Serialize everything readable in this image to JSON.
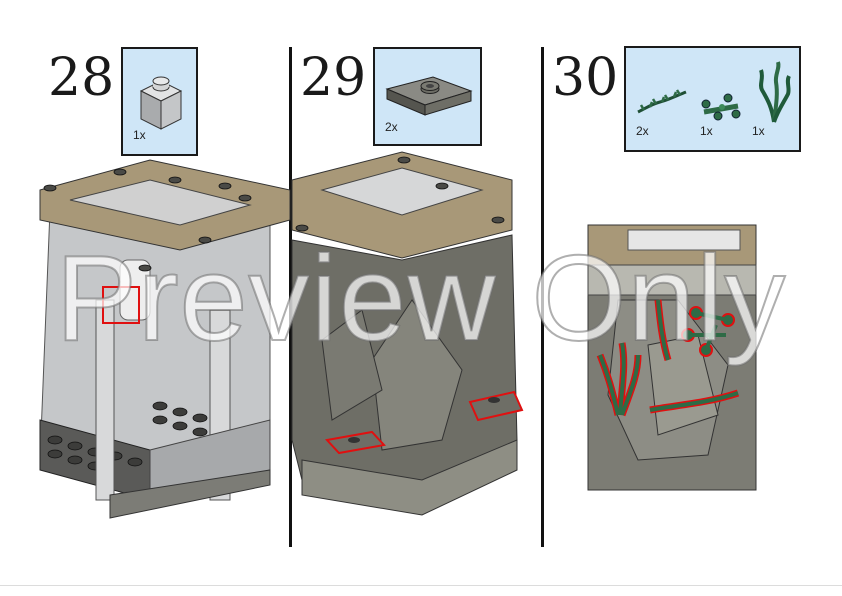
{
  "steps": [
    {
      "number": "28",
      "parts": [
        {
          "qty": "1x",
          "icon": "light-gray-brick-1x1"
        }
      ]
    },
    {
      "number": "29",
      "parts": [
        {
          "qty": "2x",
          "icon": "dark-gray-jumper-plate-1x2"
        }
      ]
    },
    {
      "number": "30",
      "parts": [
        {
          "qty": "2x",
          "icon": "green-vine-plant"
        },
        {
          "qty": "1x",
          "icon": "green-leaf-stem-plant"
        },
        {
          "qty": "1x",
          "icon": "green-seaweed-plant"
        }
      ]
    }
  ],
  "watermark": "Preview Only",
  "colors": {
    "tan": "#a89878",
    "dark_gray": "#6e6e66",
    "light_gray": "#c2c4c6",
    "green": "#2e6b46",
    "highlight": "#e01010",
    "parts_box": "#cfe6f7"
  }
}
